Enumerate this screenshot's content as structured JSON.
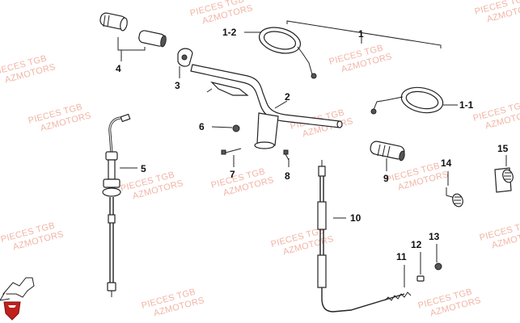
{
  "watermark": {
    "line1": "PIECES TGB",
    "line2": "AZMOTORS"
  },
  "callouts": {
    "c1": "1",
    "c1_1": "1-1",
    "c1_2": "1-2",
    "c2": "2",
    "c3": "3",
    "c4": "4",
    "c5": "5",
    "c6": "6",
    "c7": "7",
    "c8": "8",
    "c9": "9",
    "c10": "10",
    "c11": "11",
    "c12": "12",
    "c13": "13",
    "c14": "14",
    "c15": "15"
  },
  "colors": {
    "watermark": "#f1b4a5",
    "logo_red": "#c0211c",
    "line": "#222222"
  },
  "icons": {
    "logo": "az-shield-logo",
    "direction": "front-direction-arrow-icon"
  }
}
